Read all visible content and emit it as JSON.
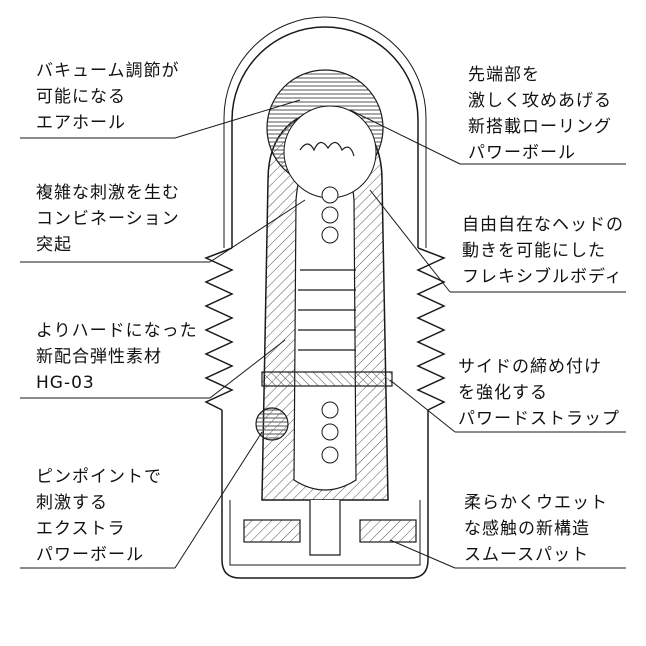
{
  "callouts": {
    "vacuum": {
      "lines": [
        "バキューム調節が",
        "可能になる",
        "エアホール"
      ]
    },
    "bumps": {
      "lines": [
        "複雑な刺激を生む",
        "コンビネーション",
        "突起"
      ]
    },
    "material": {
      "lines": [
        "よりハードになった",
        "新配合弾性素材",
        "HG-03"
      ]
    },
    "pinpoint_ball": {
      "lines": [
        "ピンポイントで",
        "刺激する",
        "エクストラ",
        "パワーボール"
      ]
    },
    "rolling_ball": {
      "lines": [
        "先端部を",
        "激しく攻めあげる",
        "新搭載ローリング",
        "パワーボール"
      ]
    },
    "flexible_body": {
      "lines": [
        "自由自在なヘッドの",
        "動きを可能にした",
        "フレキシブルボディ"
      ]
    },
    "power_strap": {
      "lines": [
        "サイドの締め付け",
        "を強化する",
        "パワードストラップ"
      ]
    },
    "smooth_pad": {
      "lines": [
        "柔らかくウエット",
        "な感触の新構造",
        "スムースパット"
      ]
    }
  },
  "colors": {
    "line": "#1a1a1a",
    "hatch": "#555555",
    "background": "#ffffff"
  }
}
